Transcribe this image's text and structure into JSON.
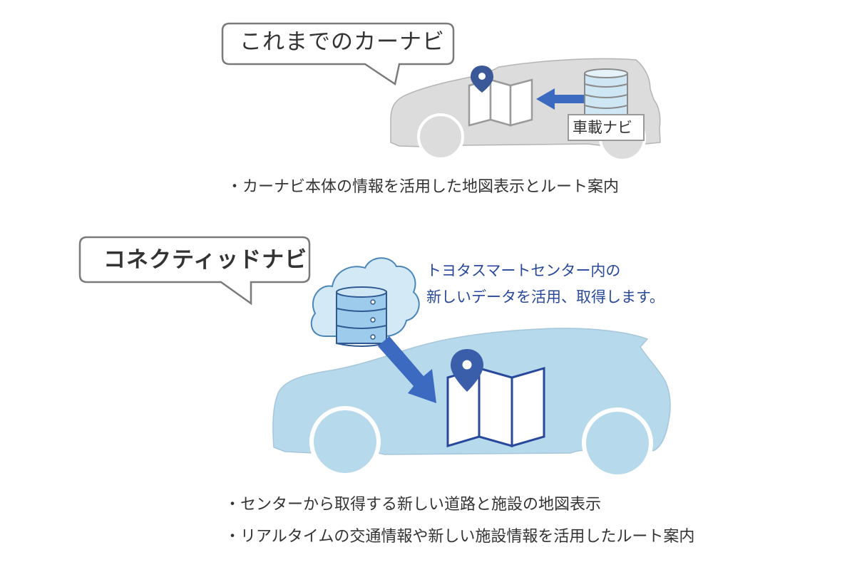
{
  "old_navi": {
    "title": "これまでのカーナビ",
    "device_label": "車載ナビ",
    "caption": "・カーナビ本体の情報を活用した地図表示とルート案内"
  },
  "connected_navi": {
    "title": "コネクティッドナビ",
    "center_note_line1": "トヨタスマートセンター内の",
    "center_note_line2": "新しいデータを活用、取得します。",
    "captions": [
      "・センターから取得する新しい道路と施設の地図表示",
      "・リアルタイムの交通情報や新しい施設情報を活用したルート案内"
    ]
  },
  "colors": {
    "old_car_fill": "#dcdcdc",
    "old_car_outline": "#b4b4b4",
    "new_car_fill": "#b7d9ec",
    "new_car_outline": "#a6c6dc",
    "cloud_fill": "#d4e9f6",
    "cloud_stroke": "#4a86b8",
    "accent_blue": "#27489b",
    "arrow_blue": "#3c6ac0",
    "pin_old": "#3b5999",
    "pin_new": "#3a5eaa",
    "database_fill": "#9dcbeb",
    "text": "#333333"
  }
}
